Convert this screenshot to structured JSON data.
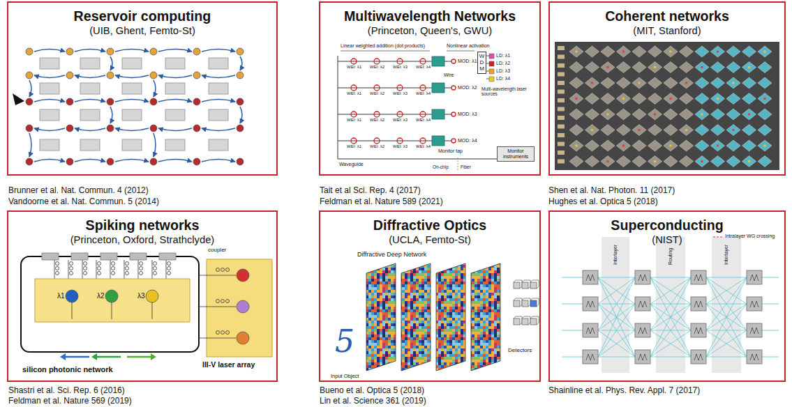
{
  "diagram": {
    "nodes": [
      {
        "text": [
          "Reservoir computing",
          "(UIB, Ghent, Femto-St)"
        ]
      },
      {
        "text": [
          "Multiwavelength Networks",
          "(Princeton, Queen's, GWU)"
        ]
      },
      {
        "text": [
          "WDM"
        ],
        "in": 1
      },
      {
        "text": [
          "Monitor instruments"
        ],
        "in": 1
      },
      {
        "text": [
          "Coherent networks",
          "(MIT, Stanford)"
        ]
      },
      {
        "text": [
          "Spiking networks",
          "(Princeton, Oxford, Strathclyde)"
        ]
      },
      {
        "text": [
          "Diffractive Optics",
          "(UCLA, Femto-St)"
        ]
      },
      {
        "text": [
          "Superconducting",
          "(NIST)"
        ]
      }
    ],
    "labels": [
      "Brunner et al. Nat. Commun. 4 (2012)",
      "Vandoorne et al. Nat. Commun. 5 (2014)",
      "Tait et al Sci. Rep. 4 (2017)",
      "Feldman et al. Nature 589 (2021)",
      "Shen et al. Nat. Photon. 11 (2017)",
      "Hughes et al. Optica 5 (2018)",
      "Shastri et al. Sci. Rep. 6 (2016)",
      "Feldman et al. Nature 569 (2019)",
      "Bueno et al. Optica 5 (2018)",
      "Lin et al. Science 361 (2019)",
      "Shainline et al. Phys. Rev. Appl. 7 (2017)",
      "Linear weighted addition (dot products)",
      "Nonlinear activation",
      "LD: λ1",
      "LD: λ2",
      "LD: λ3",
      "LD: λ4",
      "Multi-wavelength laser sources",
      "MOD: λ1",
      "MOD: λ2",
      "MOD: λ3",
      "MOD: λ4",
      "WEI: λ1",
      "WEI: λ2",
      "WEI: λ3",
      "WEI: λ4",
      "WEI: λ1",
      "WEI: λ2",
      "WEI: λ3",
      "WEI: λ4",
      "WEI: λ1",
      "WEI: λ2",
      "WEI: λ3",
      "WEI: λ4",
      "WEI: λ1",
      "WEI: λ2",
      "WEI: λ3",
      "WEI: λ4",
      "Wire",
      "Waveguide",
      "Monitor tap",
      "On-chip",
      "Fiber",
      "coupler",
      "silicon photonic network",
      "III-V laser array",
      "λ1",
      "λ2",
      "λ3",
      "Diffractive Deep Network",
      "Input Object",
      "Detectors",
      "5",
      "Interlayer",
      "Routing",
      "Interlayer"
    ],
    "legend": [
      {
        "text": "Intralayer WG crossing"
      }
    ]
  }
}
